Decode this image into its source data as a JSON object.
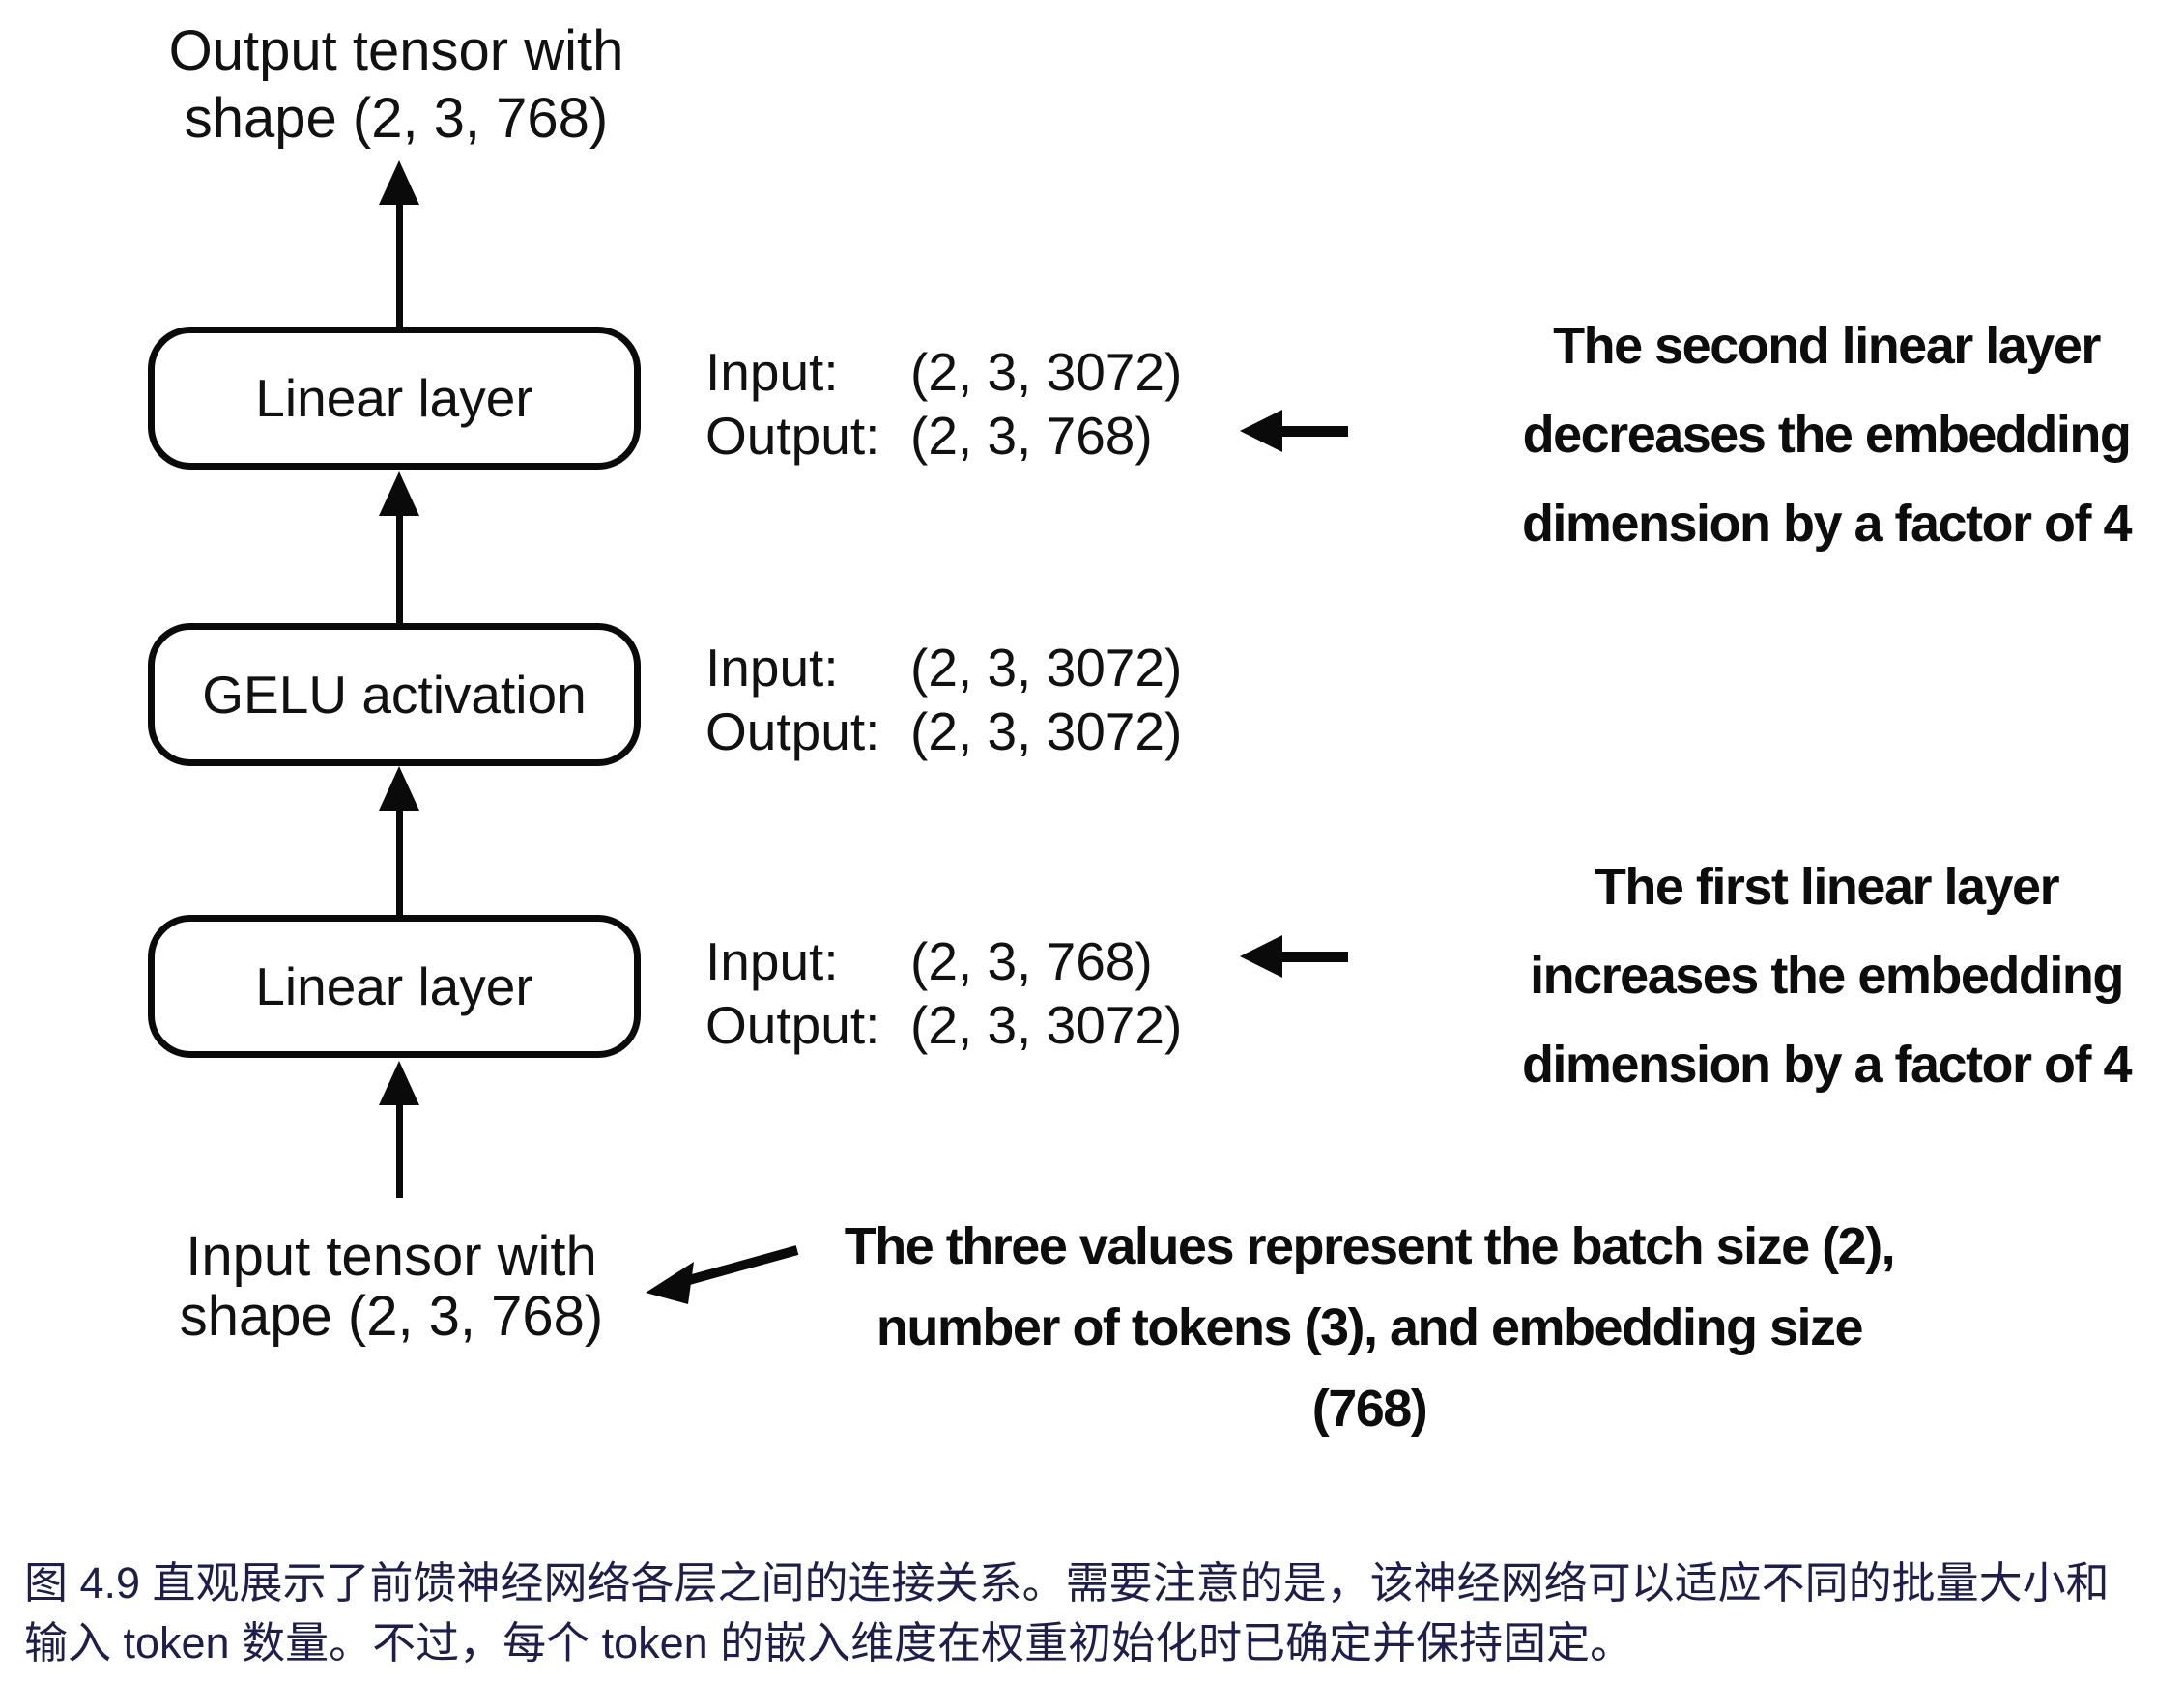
{
  "colors": {
    "ink": "#0a0a0a",
    "caption_text": "#1e1e4e",
    "background": "#ffffff"
  },
  "diagram": {
    "output_tensor": {
      "line1": "Output tensor with",
      "line2": "shape (2, 3, 768)"
    },
    "input_tensor": {
      "line1": "Input tensor with",
      "line2": "shape (2, 3, 768)"
    },
    "io_labels": {
      "input": "Input:",
      "output": "Output:"
    },
    "layers": [
      {
        "label": "Linear layer",
        "input": "(2, 3, 3072)",
        "output": "(2, 3, 768)"
      },
      {
        "label": "GELU activation",
        "input": "(2, 3, 3072)",
        "output": "(2, 3, 3072)"
      },
      {
        "label": "Linear layer",
        "input": "(2, 3, 768)",
        "output": "(2, 3, 3072)"
      }
    ],
    "notes": {
      "second_linear": [
        "The second linear layer",
        "decreases the embedding",
        "dimension by a factor of 4"
      ],
      "first_linear": [
        "The first linear layer",
        "increases the embedding",
        "dimension by a factor of 4"
      ],
      "input_values": [
        "The three values represent the batch size (2),",
        "number of tokens (3), and embedding size",
        "(768)"
      ]
    }
  },
  "caption": {
    "line1": "图 4.9 直观展示了前馈神经网络各层之间的连接关系。需要注意的是，该神经网络可以适应不同的批量大小和",
    "line2": "输入 token 数量。不过，每个 token 的嵌入维度在权重初始化时已确定并保持固定。"
  }
}
